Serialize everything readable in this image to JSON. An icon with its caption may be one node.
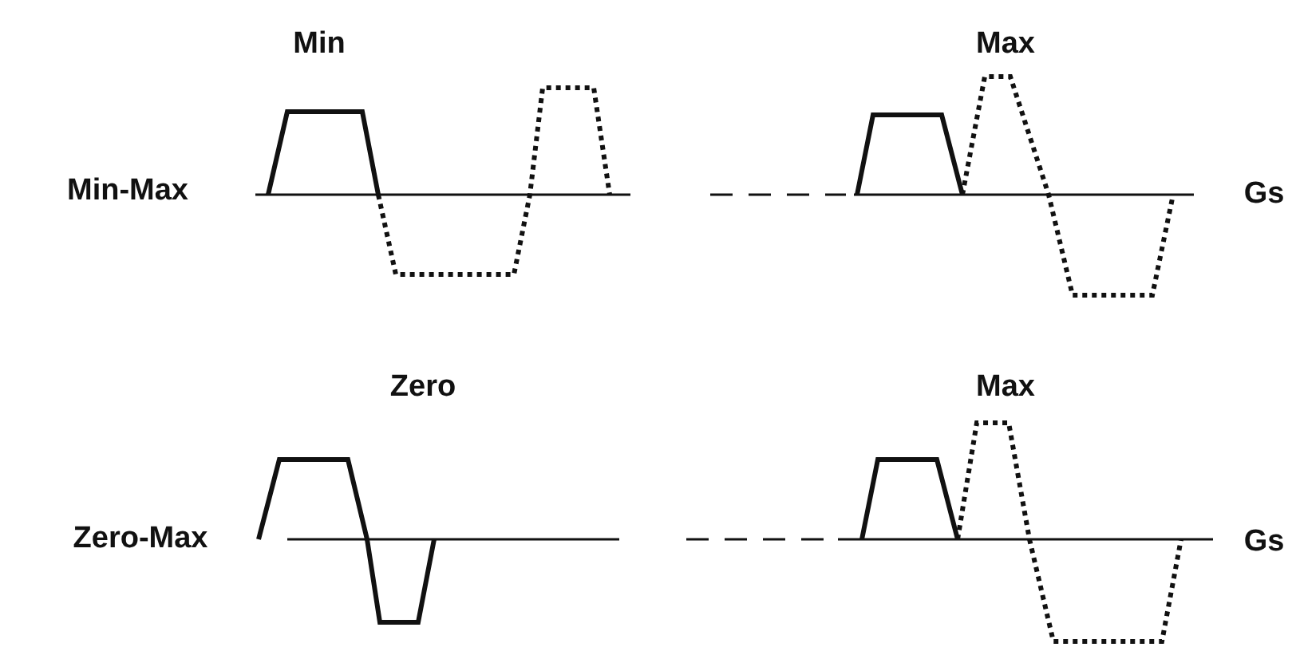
{
  "diagram": {
    "labels": [
      "Min",
      "Max",
      "Min-Max",
      "Gs",
      "Zero",
      "Max",
      "Zero-Max",
      "Gs"
    ]
  }
}
